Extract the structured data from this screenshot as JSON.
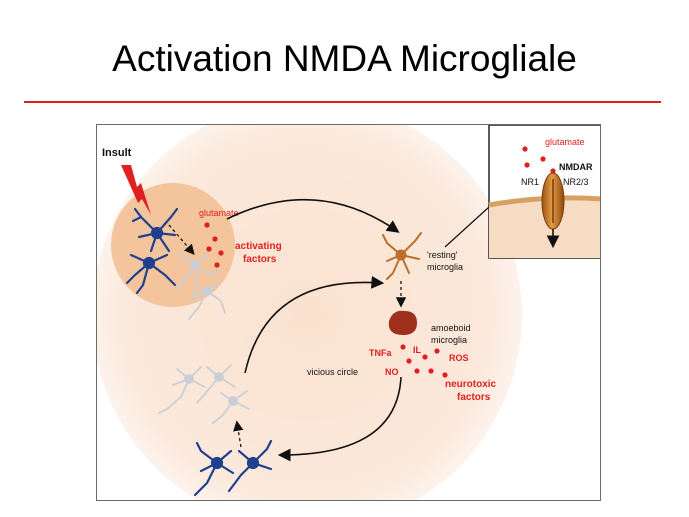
{
  "slide": {
    "title": "Activation NMDA Microgliale"
  },
  "diagram": {
    "insult": "Insult",
    "glutamate": "glutamate",
    "activating_line1": "activating",
    "activating_line2": "factors",
    "resting_line1": "'resting'",
    "resting_line2": "microglia",
    "amoeboid_line1": "amoeboid",
    "amoeboid_line2": "microglia",
    "tnfa": "TNFa",
    "il": "IL",
    "ros": "ROS",
    "no": "NO",
    "neurotoxic_line1": "neurotoxic",
    "neurotoxic_line2": "factors",
    "vicious_circle": "vicious circle",
    "inset_glutamate": "glutamate",
    "nmdar": "NMDAR",
    "nr1": "NR1",
    "nr23": "NR2/3"
  },
  "colors": {
    "accent_red": "#e02020",
    "background_glow": "#fbe6d6",
    "insult_circle": "#f4c49c",
    "neuron_dark": "#1f3f8f",
    "neuron_light": "#c9cfd8",
    "microglia_resting": "#b9702a",
    "microglia_amoeboid": "#a0301e",
    "membrane": "#d9a065",
    "receptor": "#c67628"
  }
}
